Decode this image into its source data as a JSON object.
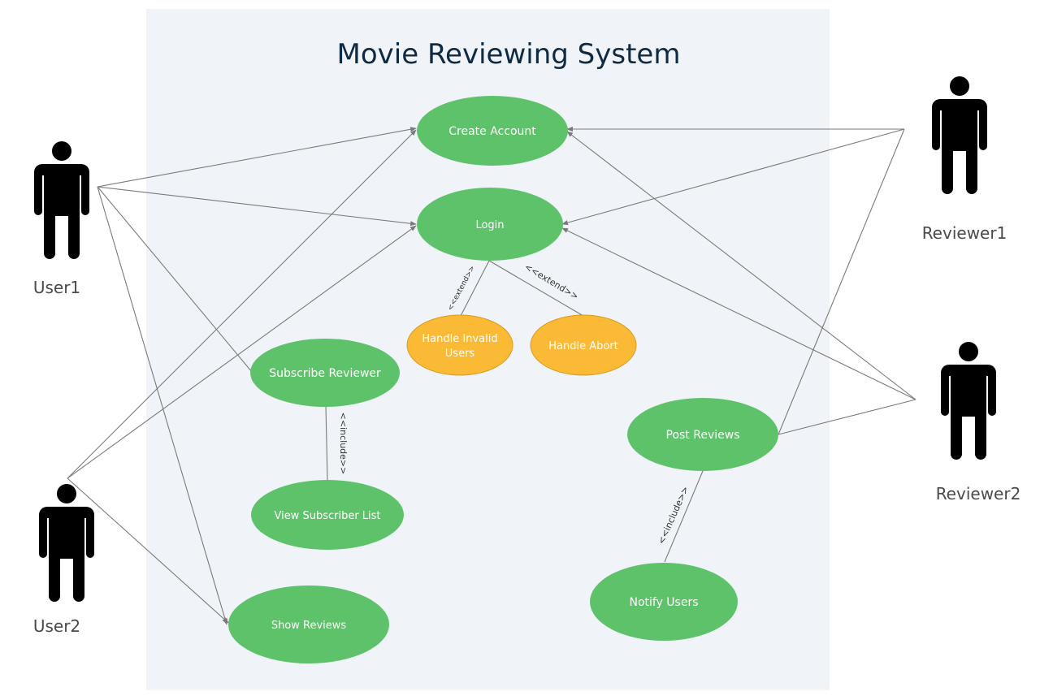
{
  "diagram": {
    "title": "Movie Reviewing System",
    "type": "UML use case diagram",
    "colors": {
      "boundary": "#f0f4f9",
      "use_case_primary": "#5ec26a",
      "use_case_extension": "#fbba35",
      "title": "#0f2a42",
      "line": "#7a7a7a",
      "actor": "#000000"
    },
    "actors": [
      {
        "id": "user1",
        "label": "User1"
      },
      {
        "id": "user2",
        "label": "User2"
      },
      {
        "id": "reviewer1",
        "label": "Reviewer1"
      },
      {
        "id": "reviewer2",
        "label": "Reviewer2"
      }
    ],
    "use_cases": [
      {
        "id": "create_account",
        "label": "Create Account"
      },
      {
        "id": "login",
        "label": "Login"
      },
      {
        "id": "handle_invalid_users",
        "label_line1": "Handle Invalid",
        "label_line2": "Users"
      },
      {
        "id": "handle_abort",
        "label": "Handle Abort"
      },
      {
        "id": "subscribe_reviewer",
        "label": "Subscribe Reviewer"
      },
      {
        "id": "view_subscriber_list",
        "label": "View Subscriber List"
      },
      {
        "id": "show_reviews",
        "label": "Show Reviews"
      },
      {
        "id": "post_reviews",
        "label": "Post Reviews"
      },
      {
        "id": "notify_users",
        "label": "Notify Users"
      }
    ],
    "associations": [
      {
        "from": "user1",
        "to": "create_account"
      },
      {
        "from": "user1",
        "to": "login"
      },
      {
        "from": "user1",
        "to": "subscribe_reviewer"
      },
      {
        "from": "user1",
        "to": "show_reviews"
      },
      {
        "from": "user2",
        "to": "create_account"
      },
      {
        "from": "user2",
        "to": "login"
      },
      {
        "from": "user2",
        "to": "show_reviews"
      },
      {
        "from": "reviewer1",
        "to": "create_account"
      },
      {
        "from": "reviewer1",
        "to": "login"
      },
      {
        "from": "reviewer1",
        "to": "post_reviews"
      },
      {
        "from": "reviewer2",
        "to": "create_account"
      },
      {
        "from": "reviewer2",
        "to": "login"
      },
      {
        "from": "reviewer2",
        "to": "post_reviews"
      }
    ],
    "relationships": [
      {
        "from": "login",
        "to": "handle_invalid_users",
        "label": "<<extend>>"
      },
      {
        "from": "login",
        "to": "handle_abort",
        "label": "<<extend>>"
      },
      {
        "from": "subscribe_reviewer",
        "to": "view_subscriber_list",
        "label": "<<include>>"
      },
      {
        "from": "post_reviews",
        "to": "notify_users",
        "label": "<<include>>"
      }
    ]
  }
}
